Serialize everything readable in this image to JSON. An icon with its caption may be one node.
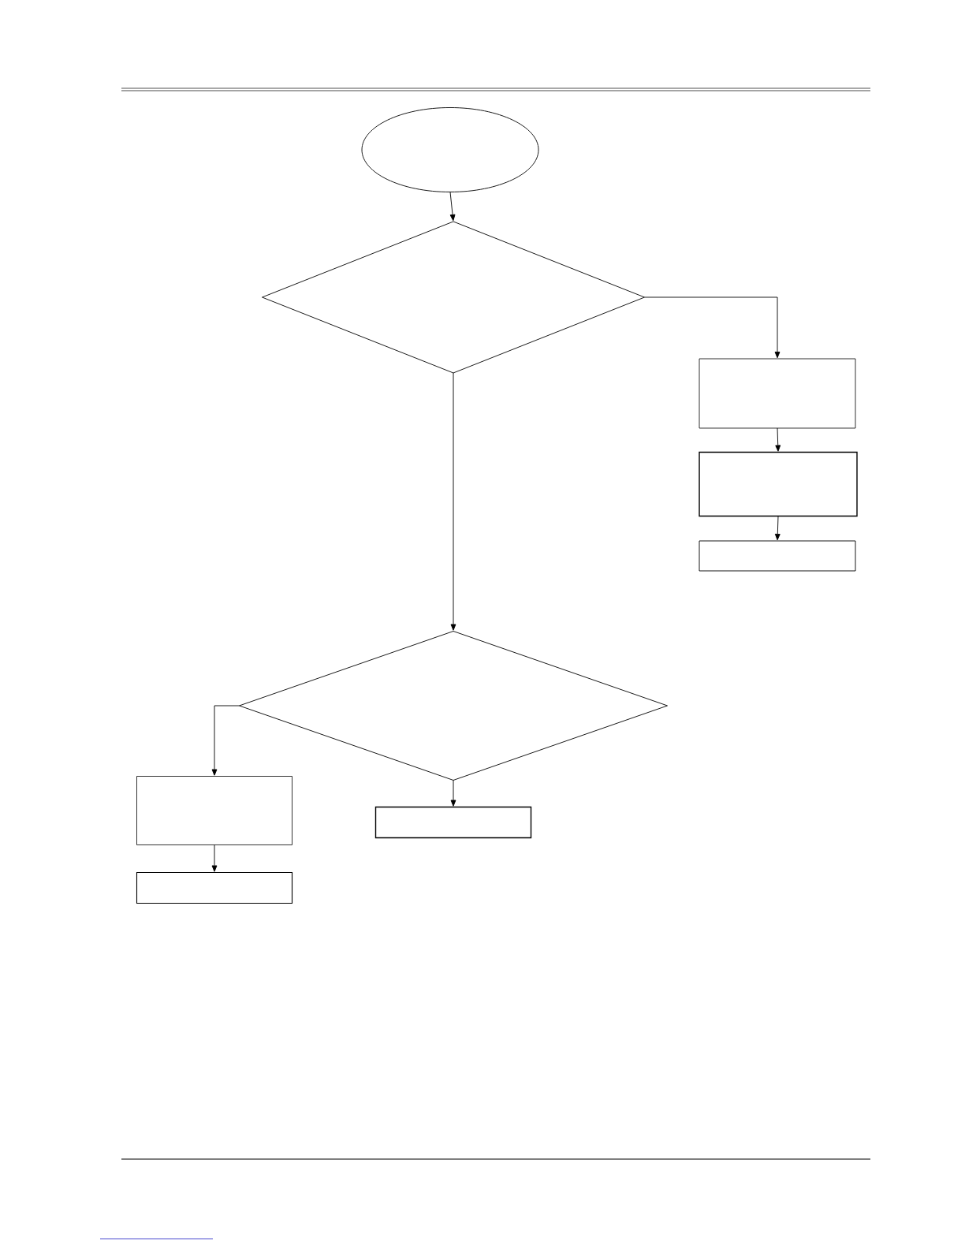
{
  "diagram": {
    "nodes": [
      {
        "text": [],
        "shape": "ellipse"
      },
      {
        "text": [],
        "shape": "diamond"
      },
      {
        "text": [],
        "shape": "box"
      },
      {
        "text": [],
        "shape": "box"
      },
      {
        "text": [],
        "shape": "box"
      },
      {
        "text": [],
        "shape": "diamond"
      },
      {
        "text": [],
        "shape": "box"
      },
      {
        "text": [],
        "shape": "box"
      },
      {
        "text": [],
        "shape": "box"
      }
    ],
    "edges": [
      {
        "from": 0,
        "to": 1,
        "arrow": "to"
      },
      {
        "from": 1,
        "to": 2,
        "arrow": "to"
      },
      {
        "from": 1,
        "to": 5,
        "arrow": "to"
      },
      {
        "from": 2,
        "to": 3,
        "arrow": "to"
      },
      {
        "from": 3,
        "to": 4,
        "arrow": "to"
      },
      {
        "from": 5,
        "to": 6,
        "arrow": "to"
      },
      {
        "from": 5,
        "to": 7,
        "arrow": "to"
      },
      {
        "from": 6,
        "to": 8,
        "arrow": "to"
      }
    ]
  }
}
